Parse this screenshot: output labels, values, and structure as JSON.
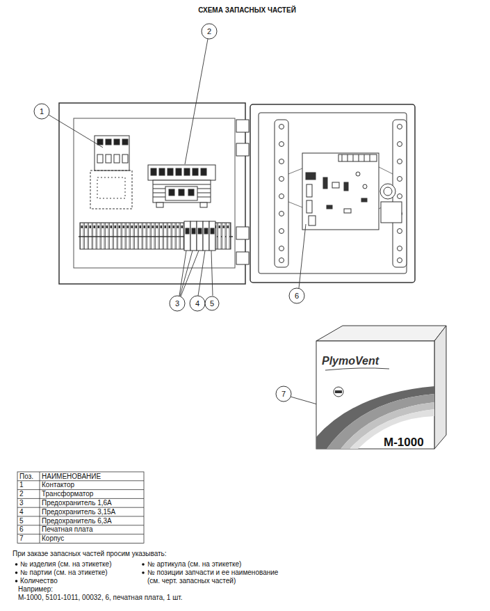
{
  "diagram": {
    "title": "СХЕМА ЗАПАСНЫХ ЧАСТЕЙ",
    "labels": [
      "1",
      "2",
      "3",
      "4",
      "5",
      "6",
      "7",
      "PlymoVent",
      "M-1000",
      "Поз.",
      "НАИМЕНОВАНИЕ",
      "1",
      "Контактор",
      "2",
      "Трансформатор",
      "3",
      "Предохранитель 1,6А",
      "4",
      "Предохранитель 3,15А",
      "5",
      "Предохранитель 6,3А",
      "6",
      "Печатная плата",
      "7",
      "Корпус",
      "При заказе запасных частей просим указывать:",
      "№ изделия (см. на этикетке)",
      "№ артикула (см. на этикетке)",
      "№ партии (см. на этикетке)",
      "№ позиции запчасти и ее наименование (см. черт. запасных частей)",
      "Количество",
      "Например:",
      "M-1000, 5101-1011, 00032, 6, печатная плата, 1 шт."
    ]
  }
}
